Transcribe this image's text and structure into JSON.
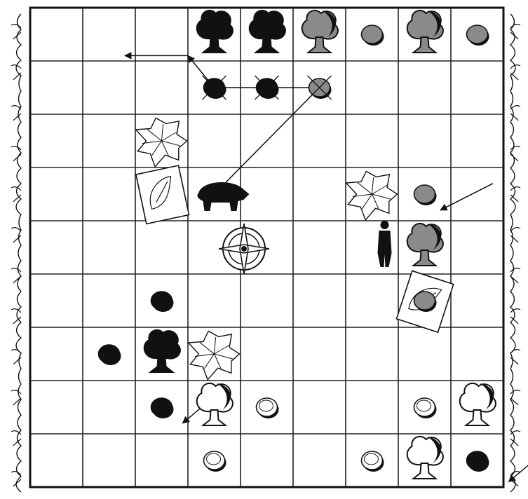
{
  "board": {
    "columns": 9,
    "rows": 9,
    "colors": {
      "line": "#222222",
      "ink": "#111111",
      "paper": "#ffffff",
      "grey": "#8a8a8a",
      "ghost": "#c8c8c8"
    }
  },
  "pieces": [
    {
      "type": "tree",
      "shade": "black",
      "col": 3,
      "row": 0
    },
    {
      "type": "tree",
      "shade": "black",
      "col": 4,
      "row": 0
    },
    {
      "type": "tree",
      "shade": "grey",
      "col": 5,
      "row": 0
    },
    {
      "type": "stone",
      "shade": "grey",
      "col": 6,
      "row": 0
    },
    {
      "type": "tree",
      "shade": "grey",
      "col": 7,
      "row": 0
    },
    {
      "type": "stone",
      "shade": "grey",
      "col": 8,
      "row": 0
    },
    {
      "type": "stone",
      "shade": "black",
      "col": 3,
      "row": 1,
      "captured": true
    },
    {
      "type": "stone",
      "shade": "black",
      "col": 4,
      "row": 1,
      "captured": true
    },
    {
      "type": "stone",
      "shade": "grey",
      "col": 5,
      "row": 1,
      "captured": true
    },
    {
      "type": "stone",
      "shade": "grey",
      "col": 7,
      "row": 3
    },
    {
      "type": "tree",
      "shade": "grey",
      "col": 7,
      "row": 4
    },
    {
      "type": "stone",
      "shade": "grey",
      "col": 7,
      "row": 5
    },
    {
      "type": "stone",
      "shade": "black",
      "col": 2,
      "row": 5
    },
    {
      "type": "stone",
      "shade": "black",
      "col": 1,
      "row": 6
    },
    {
      "type": "tree",
      "shade": "black",
      "col": 2,
      "row": 6
    },
    {
      "type": "stone",
      "shade": "black",
      "col": 2,
      "row": 7
    },
    {
      "type": "tree",
      "shade": "white",
      "col": 3,
      "row": 7
    },
    {
      "type": "stone",
      "shade": "white",
      "col": 4,
      "row": 7
    },
    {
      "type": "stone",
      "shade": "white",
      "col": 7,
      "row": 7
    },
    {
      "type": "tree",
      "shade": "white",
      "col": 8,
      "row": 7
    },
    {
      "type": "stone",
      "shade": "white",
      "col": 3,
      "row": 8
    },
    {
      "type": "stone",
      "shade": "white",
      "col": 6,
      "row": 8
    },
    {
      "type": "tree",
      "shade": "white",
      "col": 7,
      "row": 8
    },
    {
      "type": "stone",
      "shade": "black",
      "col": 8,
      "row": 8
    }
  ],
  "figures": [
    {
      "type": "boar",
      "icon": "boar-icon",
      "col": 3,
      "row": 3
    },
    {
      "type": "hunter",
      "icon": "hunter-icon",
      "col": 6,
      "row": 4
    },
    {
      "type": "compass",
      "icon": "compass-icon",
      "col": 4,
      "row": 4
    }
  ],
  "tiles": [
    {
      "type": "bramble",
      "icon": "bramble-icon",
      "col": 2,
      "row": 2
    },
    {
      "type": "card",
      "icon": "card-icon",
      "col": 2,
      "row": 3
    },
    {
      "type": "bramble",
      "icon": "bramble-icon",
      "col": 6,
      "row": 3
    },
    {
      "type": "card",
      "icon": "card-icon",
      "col": 7,
      "row": 5
    },
    {
      "type": "bramble",
      "icon": "bramble-icon",
      "col": 3,
      "row": 6
    }
  ],
  "moves": [
    {
      "from": [
        5,
        1
      ],
      "to": [
        3,
        3
      ],
      "kind": "double"
    },
    {
      "from": [
        5,
        1
      ],
      "to": [
        4,
        1
      ],
      "kind": "single"
    },
    {
      "from": [
        4,
        1
      ],
      "to": [
        3,
        1
      ],
      "kind": "single"
    },
    {
      "from": [
        3,
        1
      ],
      "to": [
        2.5,
        0.4
      ],
      "kind": "single"
    },
    {
      "from": [
        2.5,
        0.4
      ],
      "to": [
        1.3,
        0.4
      ],
      "kind": "single"
    },
    {
      "from": [
        8.3,
        2.8
      ],
      "to": [
        7.3,
        3.3
      ],
      "kind": "single"
    },
    {
      "from": [
        3.0,
        6.8
      ],
      "to": [
        2.4,
        7.3
      ],
      "kind": "single"
    },
    {
      "from": [
        9.2,
        7.9
      ],
      "to": [
        8.6,
        8.4
      ],
      "kind": "single"
    }
  ]
}
